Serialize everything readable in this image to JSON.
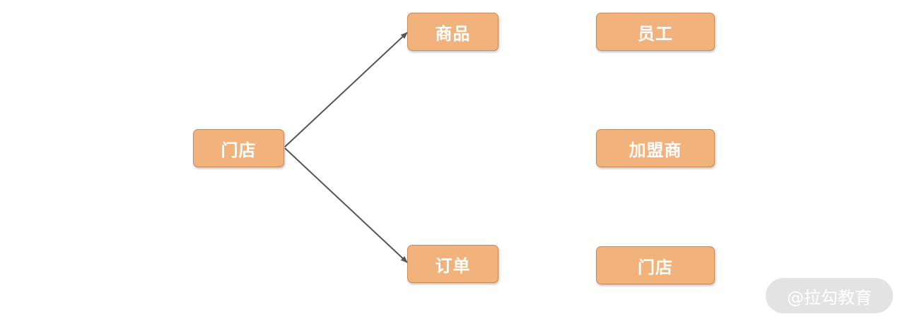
{
  "diagram": {
    "nodes": {
      "store_left": "门店",
      "product": "商品",
      "order": "订单",
      "employee": "员工",
      "franchisee": "加盟商",
      "store_right": "门店"
    },
    "edges": [
      {
        "from": "门店",
        "to": "商品"
      },
      {
        "from": "门店",
        "to": "订单"
      }
    ],
    "colors": {
      "node_fill": "#f2b27b",
      "node_text": "#ffffff",
      "edge": "#555555"
    }
  },
  "watermark": "@拉勾教育"
}
